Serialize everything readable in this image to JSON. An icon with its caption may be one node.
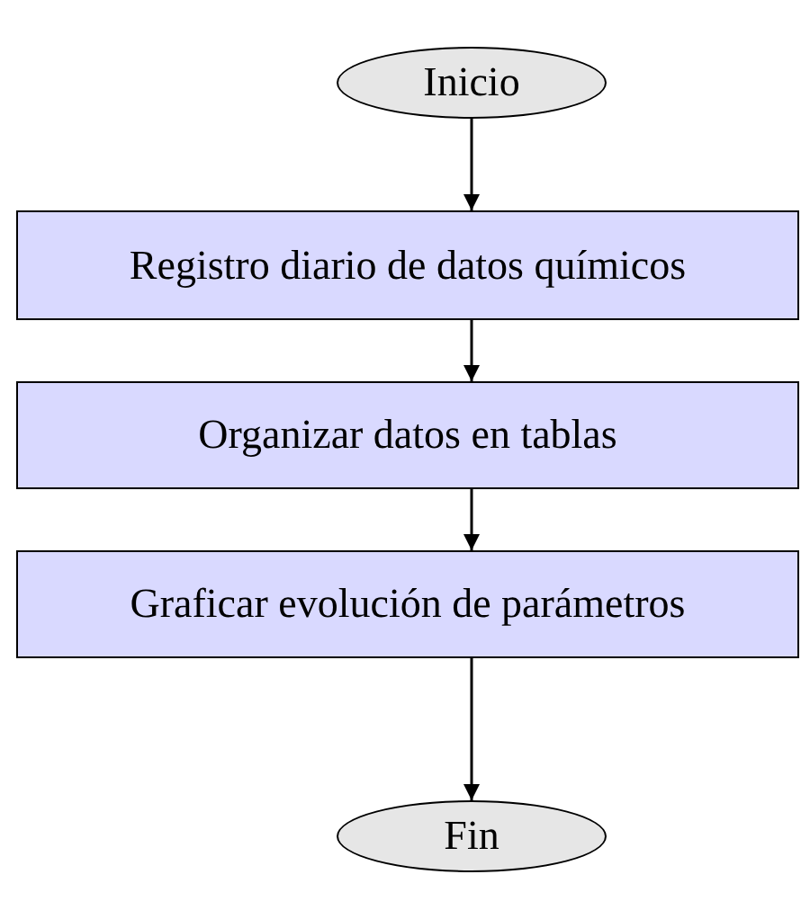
{
  "diagram": {
    "nodes": [
      {
        "text": [
          "Inicio"
        ]
      },
      {
        "text": [
          "Registro diario de datos químicos"
        ]
      },
      {
        "text": [
          "Organizar datos en tablas"
        ]
      },
      {
        "text": [
          "Graficar evolución de parámetros"
        ]
      },
      {
        "text": [
          "Fin"
        ]
      }
    ],
    "edges": [
      {
        "from": 0,
        "to": 1,
        "arrow": "to"
      },
      {
        "from": 1,
        "to": 2,
        "arrow": "to"
      },
      {
        "from": 2,
        "to": 3,
        "arrow": "to"
      },
      {
        "from": 3,
        "to": 4,
        "arrow": "to"
      }
    ]
  }
}
